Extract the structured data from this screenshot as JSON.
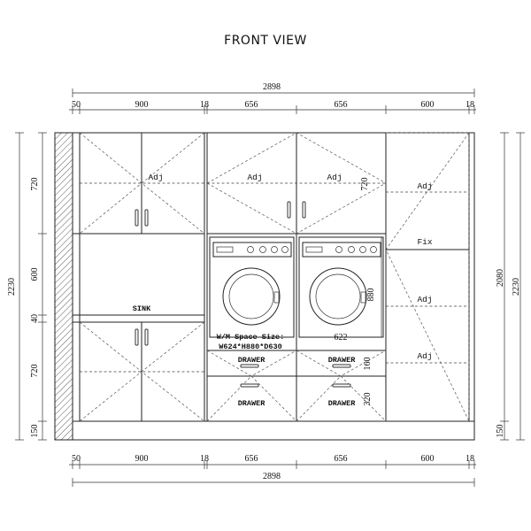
{
  "title": "FRONT VIEW",
  "top_dims": {
    "overall": "2898",
    "segments": [
      "50",
      "900",
      "18",
      "656",
      "656",
      "600",
      "18"
    ]
  },
  "bottom_dims": {
    "overall": "2898",
    "segments": [
      "50",
      "900",
      "18",
      "656",
      "656",
      "600",
      "18"
    ]
  },
  "left_dims": {
    "overall": "2230",
    "segments": [
      "720",
      "600",
      "40",
      "720",
      "150"
    ]
  },
  "right_dims": {
    "overall": "2230",
    "inner": "2080",
    "segment": "150"
  },
  "labels": {
    "adj_top_left": "Adj",
    "adj_top_mid": "Adj",
    "adj_top_right": "Adj",
    "adj_right_1": "Adj",
    "fix": "Fix",
    "adj_right_2": "Adj",
    "adj_right_3": "Adj",
    "sink": "SINK",
    "wm_space_line1": "W/M Space Size:",
    "wm_space_line2": "W624*H880*D630",
    "drawer_1": "DRAWER",
    "drawer_2": "DRAWER",
    "drawer_3": "DRAWER",
    "drawer_4": "DRAWER"
  },
  "inline_dims": {
    "upper_720": "720",
    "wm_880": "880",
    "wm_622": "622",
    "drawer_160": "160",
    "drawer_320": "320"
  }
}
